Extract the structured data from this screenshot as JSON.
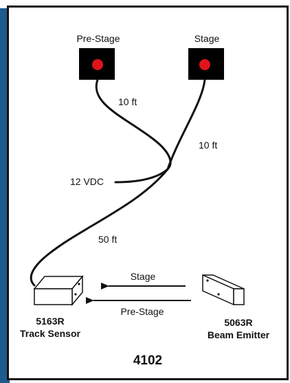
{
  "lights": {
    "prestage_label": "Pre-Stage",
    "stage_label": "Stage"
  },
  "cables": {
    "prestage_length": "10 ft",
    "stage_length": "10 ft",
    "power_label": "12 VDC",
    "main_length": "50 ft"
  },
  "beams": {
    "stage_label": "Stage",
    "prestage_label": "Pre-Stage"
  },
  "sensor": {
    "model": "5163R",
    "name": "Track Sensor"
  },
  "emitter": {
    "model": "5063R",
    "name": "Beam Emitter"
  },
  "model_number": "4102",
  "colors": {
    "accent_bar": "#1f5a8f",
    "lamp_red": "#e0141a",
    "box_black": "#000000"
  }
}
